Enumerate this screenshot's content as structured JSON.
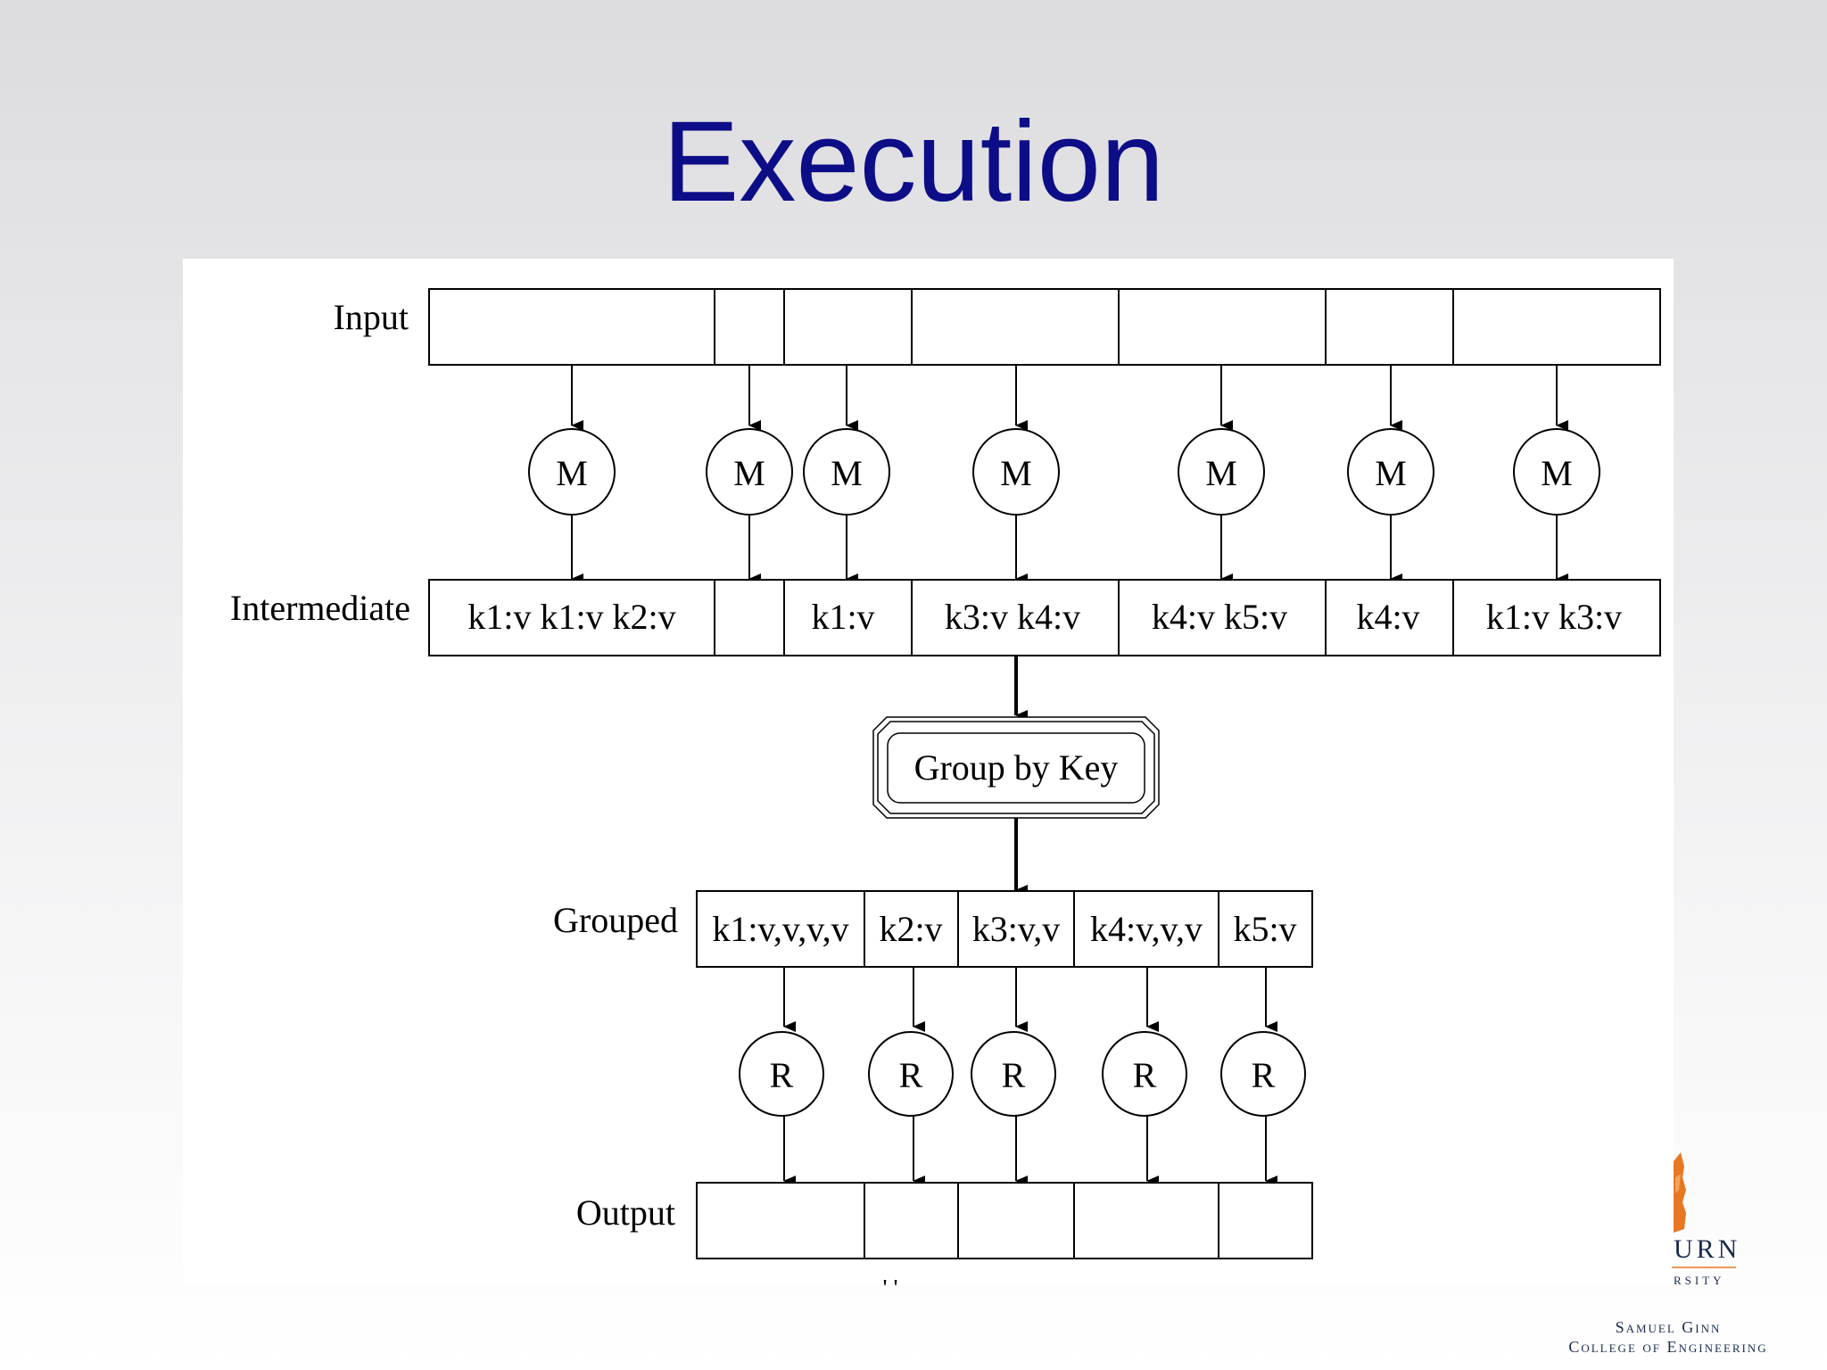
{
  "title": "Execution",
  "diagram": {
    "row_labels": {
      "input": "Input",
      "intermediate": "Intermediate",
      "grouped": "Grouped",
      "output": "Output"
    },
    "map_label": "M",
    "reduce_label": "R",
    "intermediate_cells": [
      "k1:v k1:v k2:v",
      "",
      "k1:v",
      "k3:v k4:v",
      "k4:v k5:v",
      "k4:v",
      "k1:v k3:v"
    ],
    "group_node": "Group by Key",
    "grouped_cells": [
      "k1:v,v,v,v",
      "k2:v",
      "k3:v,v",
      "k4:v,v,v",
      "k5:v"
    ],
    "footer_mark": "' '"
  },
  "logo": {
    "line1": "URN",
    "line2": "RSITY",
    "college_line1": "Samuel Ginn",
    "college_line2": "College of Engineering",
    "accent_color": "#e87722",
    "text_color": "#1b2a4e"
  }
}
